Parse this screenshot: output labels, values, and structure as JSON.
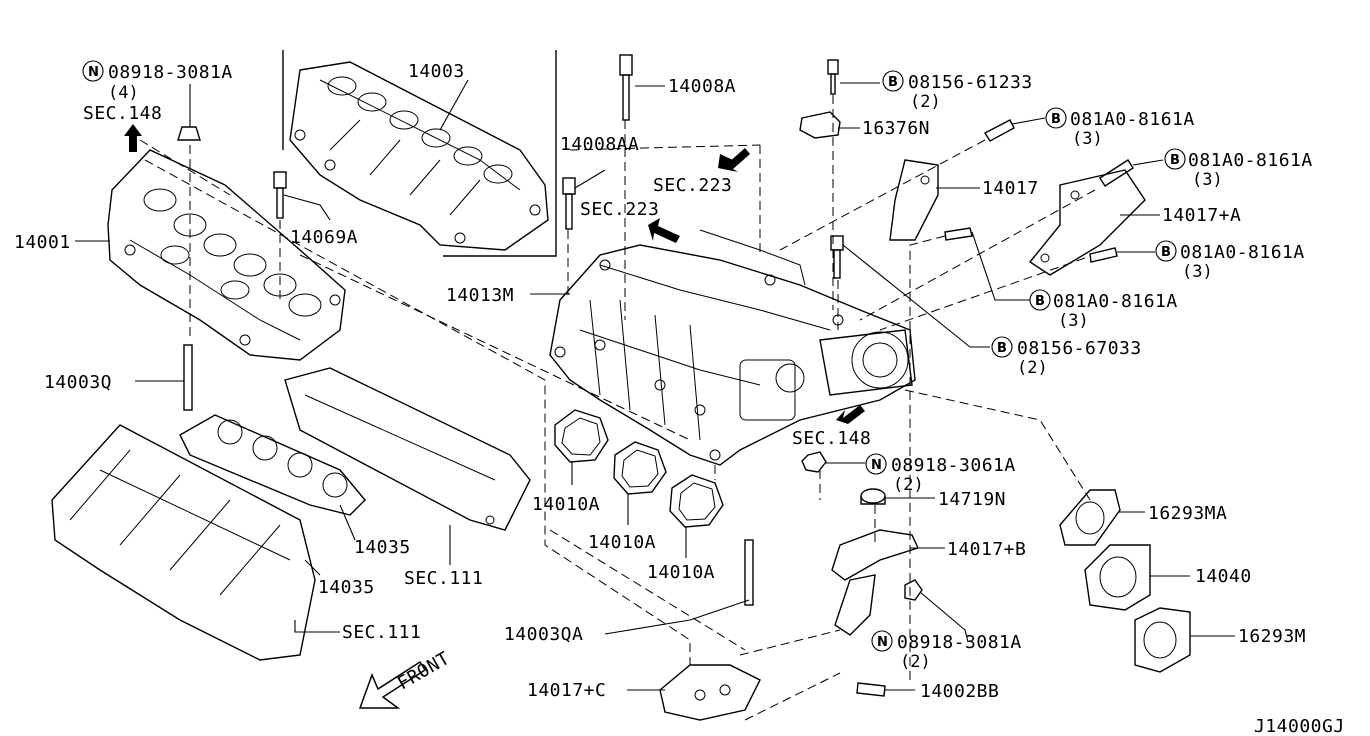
{
  "diagram": {
    "code": "J14000GJ",
    "front_label": "FRONT",
    "labels": {
      "l_08918_3081A_top": "08918-3081A",
      "l_08918_3081A_top_qty": "(4)",
      "l_sec148_top": "SEC.148",
      "l_14001": "14001",
      "l_14003": "14003",
      "l_14069A": "14069A",
      "l_14003Q": "14003Q",
      "l_14008A": "14008A",
      "l_14008AA": "14008AA",
      "l_sec223_a": "SEC.223",
      "l_sec223_b": "SEC.223",
      "l_14013M": "14013M",
      "l_08156_61233": "08156-61233",
      "l_08156_61233_qty": "(2)",
      "l_16376N": "16376N",
      "l_081A0_8161A_1": "081A0-8161A",
      "l_081A0_8161A_1_qty": "(3)",
      "l_14017": "14017",
      "l_081A0_8161A_2": "081A0-8161A",
      "l_081A0_8161A_2_qty": "(3)",
      "l_14017A": "14017+A",
      "l_081A0_8161A_3": "081A0-8161A",
      "l_081A0_8161A_3_qty": "(3)",
      "l_081A0_8161A_4": "081A0-8161A",
      "l_081A0_8161A_4_qty": "(3)",
      "l_08156_67033": "08156-67033",
      "l_08156_67033_qty": "(2)",
      "l_sec148_mid": "SEC.148",
      "l_08918_3061A": "08918-3061A",
      "l_08918_3061A_qty": "(2)",
      "l_14719N": "14719N",
      "l_14017B": "14017+B",
      "l_16293MA": "16293MA",
      "l_14040": "14040",
      "l_16293M": "16293M",
      "l_14010A_1": "14010A",
      "l_14010A_2": "14010A",
      "l_14010A_3": "14010A",
      "l_14035_1": "14035",
      "l_14035_2": "14035",
      "l_sec111_1": "SEC.111",
      "l_sec111_2": "SEC.111",
      "l_14003QA": "14003QA",
      "l_08918_3081A_bot": "08918-3081A",
      "l_08918_3081A_bot_qty": "(2)",
      "l_14017C": "14017+C",
      "l_14002BB": "14002BB"
    },
    "symbols": {
      "n": "N",
      "b": "B"
    }
  }
}
